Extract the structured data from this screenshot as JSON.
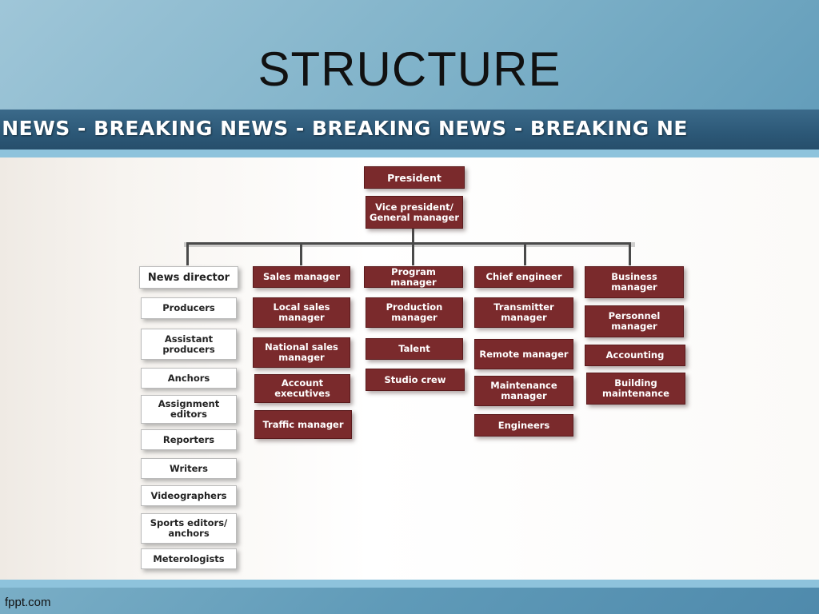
{
  "title": "STRUCTURE",
  "ticker": {
    "text": "G NEWS   -   BREAKING NEWS   -   BREAKING NEWS   -   BREAKING NE"
  },
  "footer": "fppt.com",
  "org_chart": {
    "top": [
      "President",
      "Vice president/ General manager"
    ],
    "columns": [
      {
        "head": "News director",
        "items": [
          "Producers",
          "Assistant producers",
          "Anchors",
          "Assignment editors",
          "Reporters",
          "Writers",
          "Videographers",
          "Sports editors/ anchors",
          "Meterologists"
        ]
      },
      {
        "head": "Sales manager",
        "items": [
          "Local sales manager",
          "National sales manager",
          "Account executives",
          "Traffic manager"
        ]
      },
      {
        "head": "Program manager",
        "items": [
          "Production manager",
          "Talent",
          "Studio crew"
        ]
      },
      {
        "head": "Chief engineer",
        "items": [
          "Transmitter manager",
          "Remote manager",
          "Maintenance manager",
          "Engineers"
        ]
      },
      {
        "head": "Business manager",
        "items": [
          "Personnel manager",
          "Accounting",
          "Building maintenance"
        ]
      }
    ]
  }
}
